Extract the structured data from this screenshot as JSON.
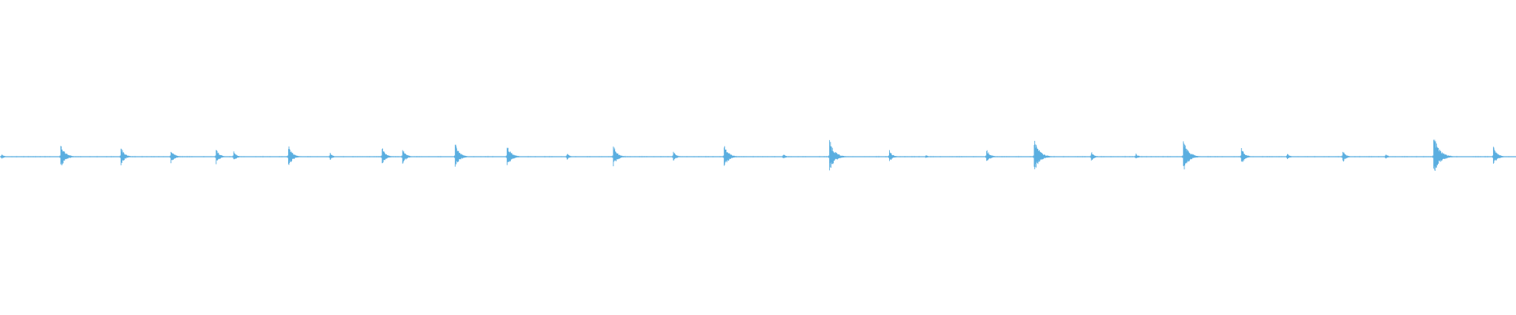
{
  "waveform": {
    "color": "#5aaee0",
    "transients": [
      {
        "position": 0.0013,
        "amplitude": 0.09
      },
      {
        "position": 0.0401,
        "amplitude": 0.46
      },
      {
        "position": 0.0798,
        "amplitude": 0.34
      },
      {
        "position": 0.1128,
        "amplitude": 0.26
      },
      {
        "position": 0.1426,
        "amplitude": 0.28
      },
      {
        "position": 0.1542,
        "amplitude": 0.18
      },
      {
        "position": 0.1903,
        "amplitude": 0.4
      },
      {
        "position": 0.2178,
        "amplitude": 0.13
      },
      {
        "position": 0.2521,
        "amplitude": 0.32
      },
      {
        "position": 0.2656,
        "amplitude": 0.29
      },
      {
        "position": 0.3003,
        "amplitude": 0.44
      },
      {
        "position": 0.3345,
        "amplitude": 0.42
      },
      {
        "position": 0.3741,
        "amplitude": 0.12
      },
      {
        "position": 0.4046,
        "amplitude": 0.38
      },
      {
        "position": 0.4442,
        "amplitude": 0.18
      },
      {
        "position": 0.4777,
        "amplitude": 0.44
      },
      {
        "position": 0.5168,
        "amplitude": 0.09
      },
      {
        "position": 0.5472,
        "amplitude": 0.58
      },
      {
        "position": 0.5867,
        "amplitude": 0.22
      },
      {
        "position": 0.6111,
        "amplitude": 0.05
      },
      {
        "position": 0.6508,
        "amplitude": 0.26
      },
      {
        "position": 0.6822,
        "amplitude": 0.62
      },
      {
        "position": 0.7199,
        "amplitude": 0.18
      },
      {
        "position": 0.7494,
        "amplitude": 0.1
      },
      {
        "position": 0.7806,
        "amplitude": 0.6
      },
      {
        "position": 0.8189,
        "amplitude": 0.3
      },
      {
        "position": 0.8492,
        "amplitude": 0.11
      },
      {
        "position": 0.8858,
        "amplitude": 0.22
      },
      {
        "position": 0.9142,
        "amplitude": 0.09
      },
      {
        "position": 0.9457,
        "amplitude": 0.74
      },
      {
        "position": 0.9851,
        "amplitude": 0.35
      }
    ]
  }
}
